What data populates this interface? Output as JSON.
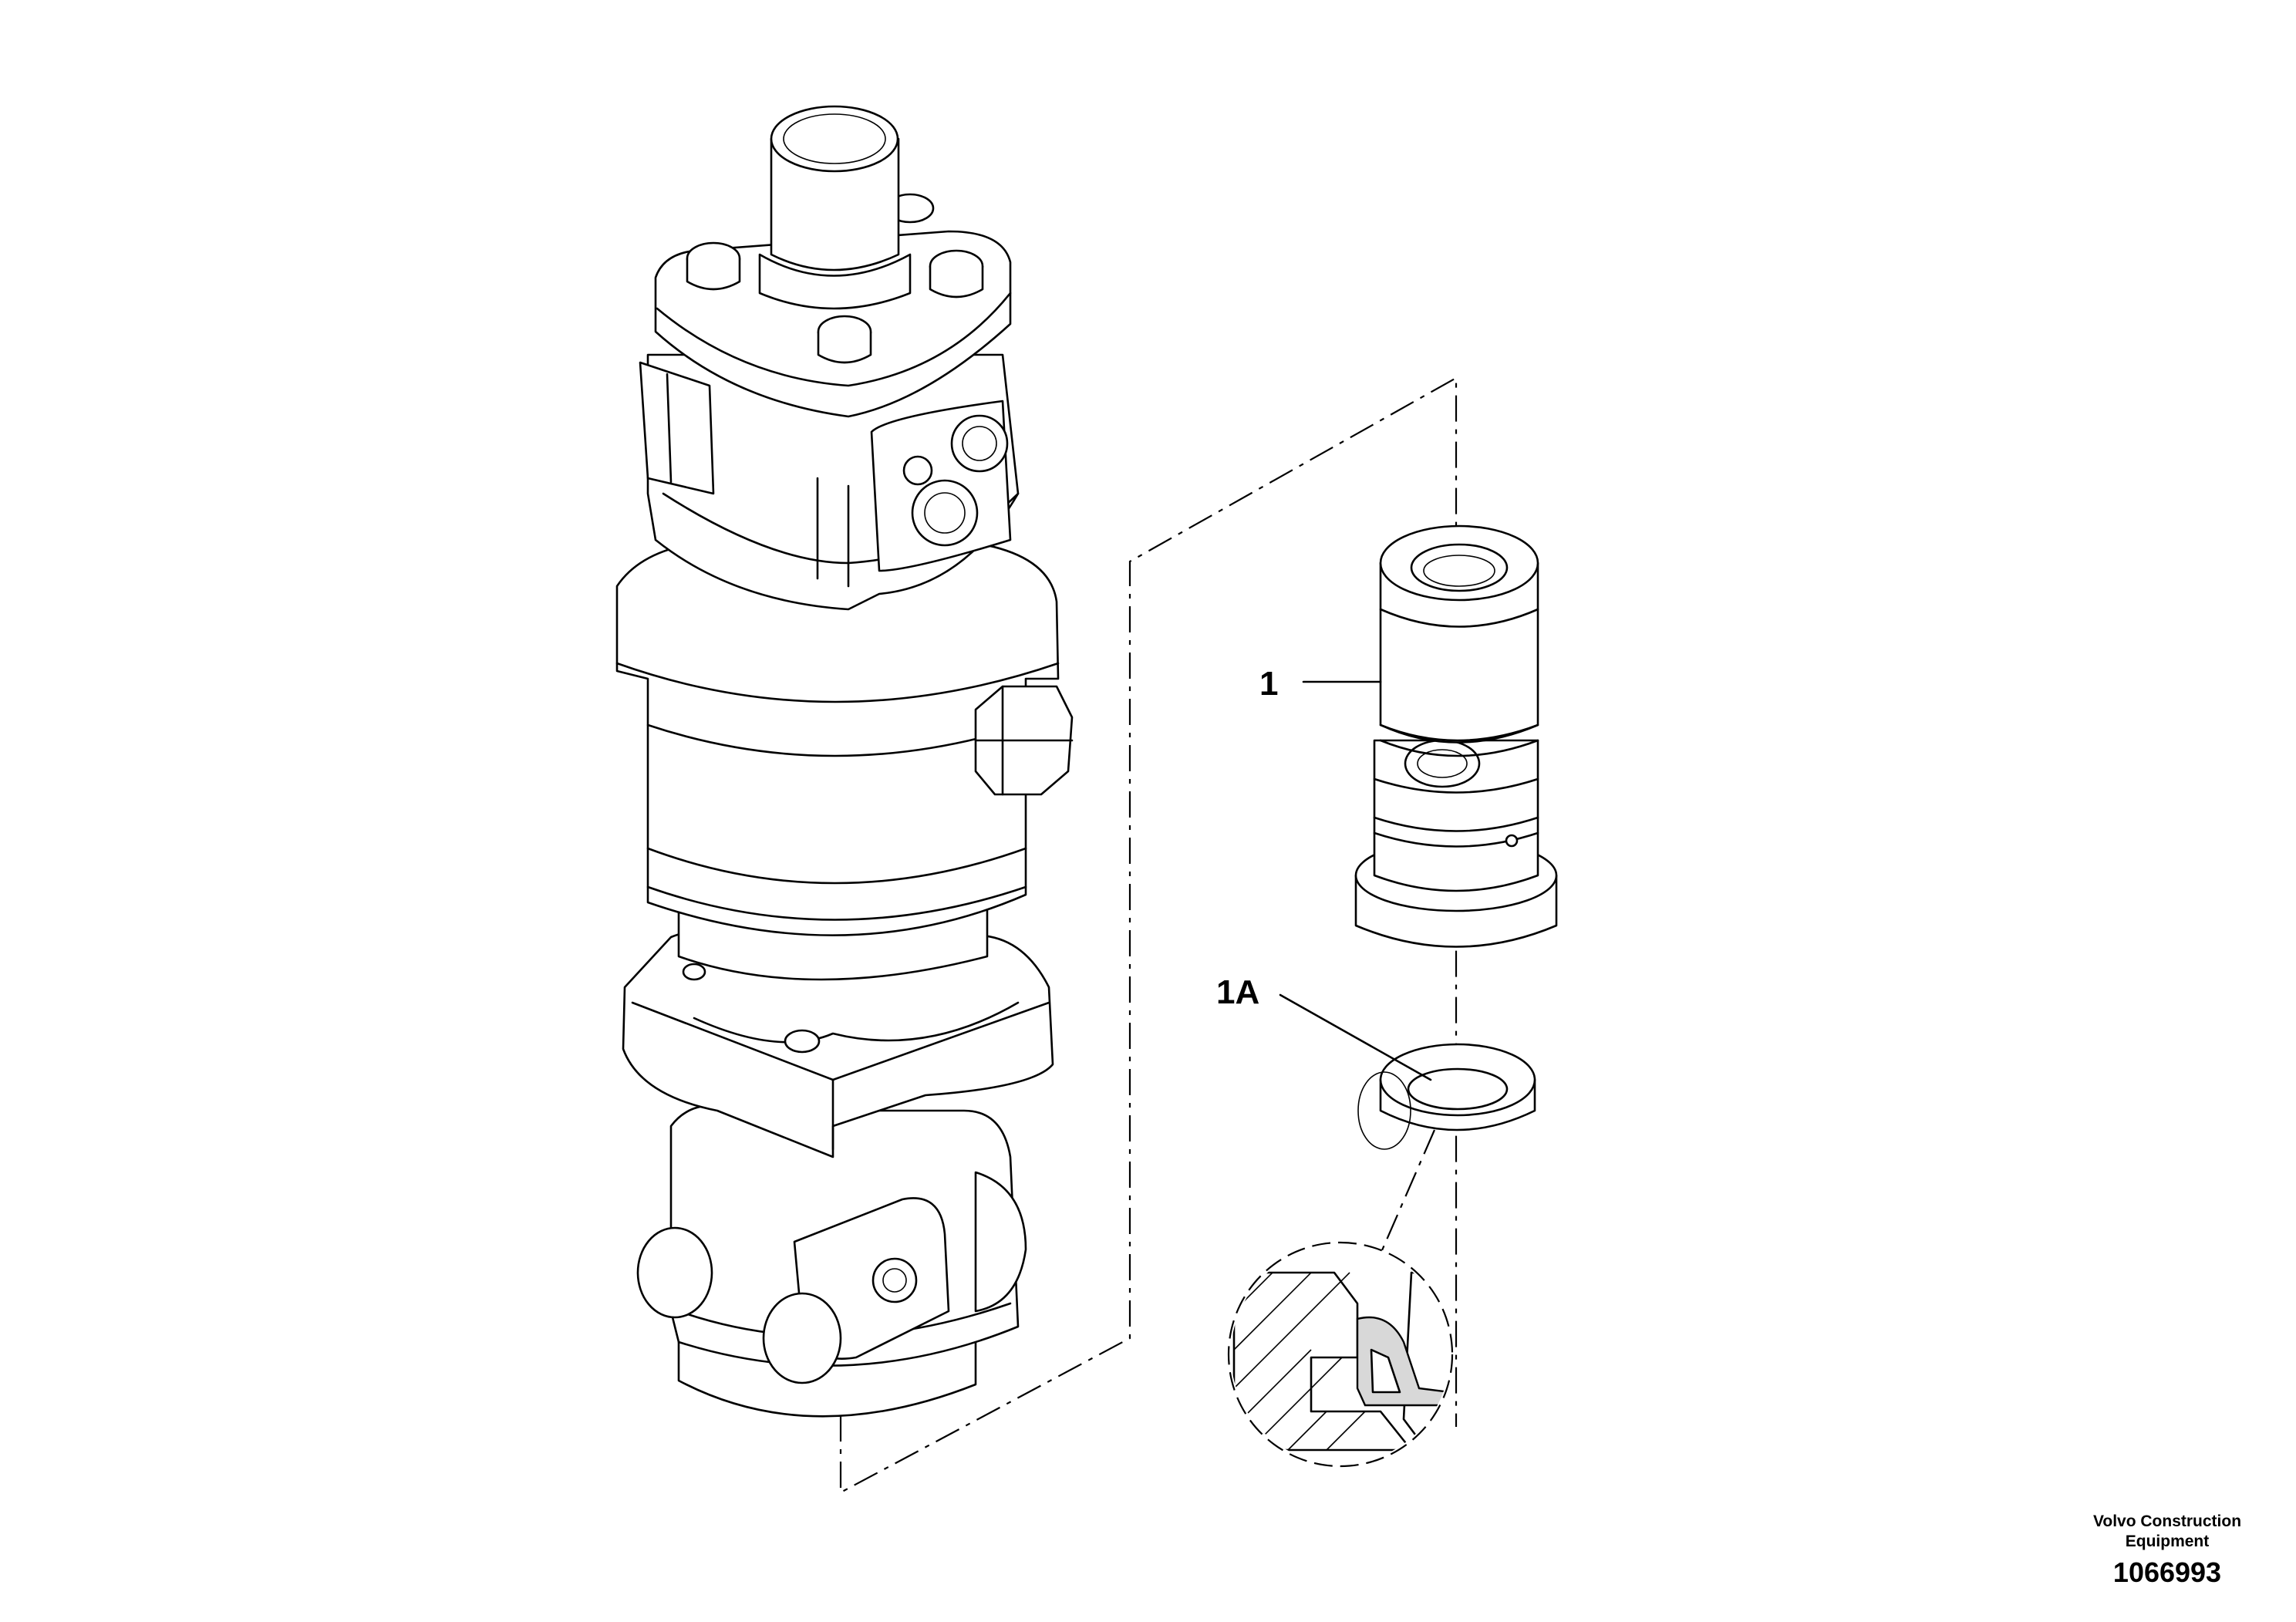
{
  "callouts": {
    "part_1": "1",
    "part_1a": "1A"
  },
  "footer": {
    "line1": "Volvo Construction",
    "line2": "Equipment",
    "drawing_number": "1066993"
  }
}
